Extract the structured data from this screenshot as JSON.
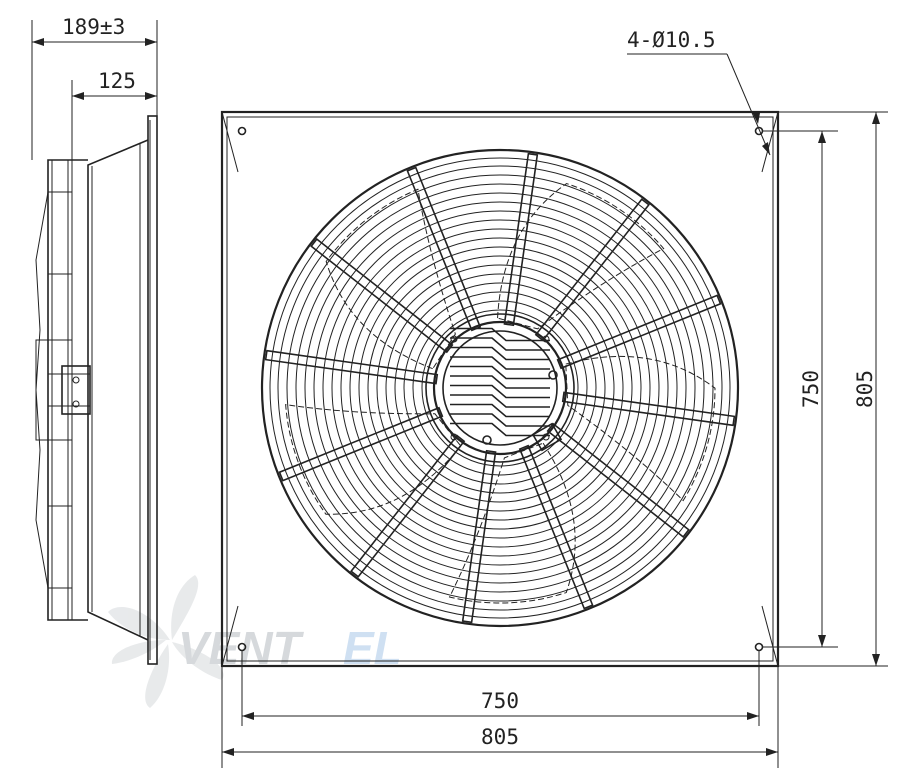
{
  "dimensions": {
    "depth_total": "189±3",
    "depth_inner": "125",
    "mounting_holes": "4-Ø10.5",
    "hole_spacing_vertical": "750",
    "plate_height": "805",
    "hole_spacing_horizontal": "750",
    "plate_width": "805"
  },
  "watermark": {
    "text_main": "VENT",
    "text_accent": "EL",
    "color_main": "#d6d9dc",
    "color_accent": "#cfe0f2"
  },
  "colors": {
    "line": "#222222",
    "background": "#ffffff"
  }
}
